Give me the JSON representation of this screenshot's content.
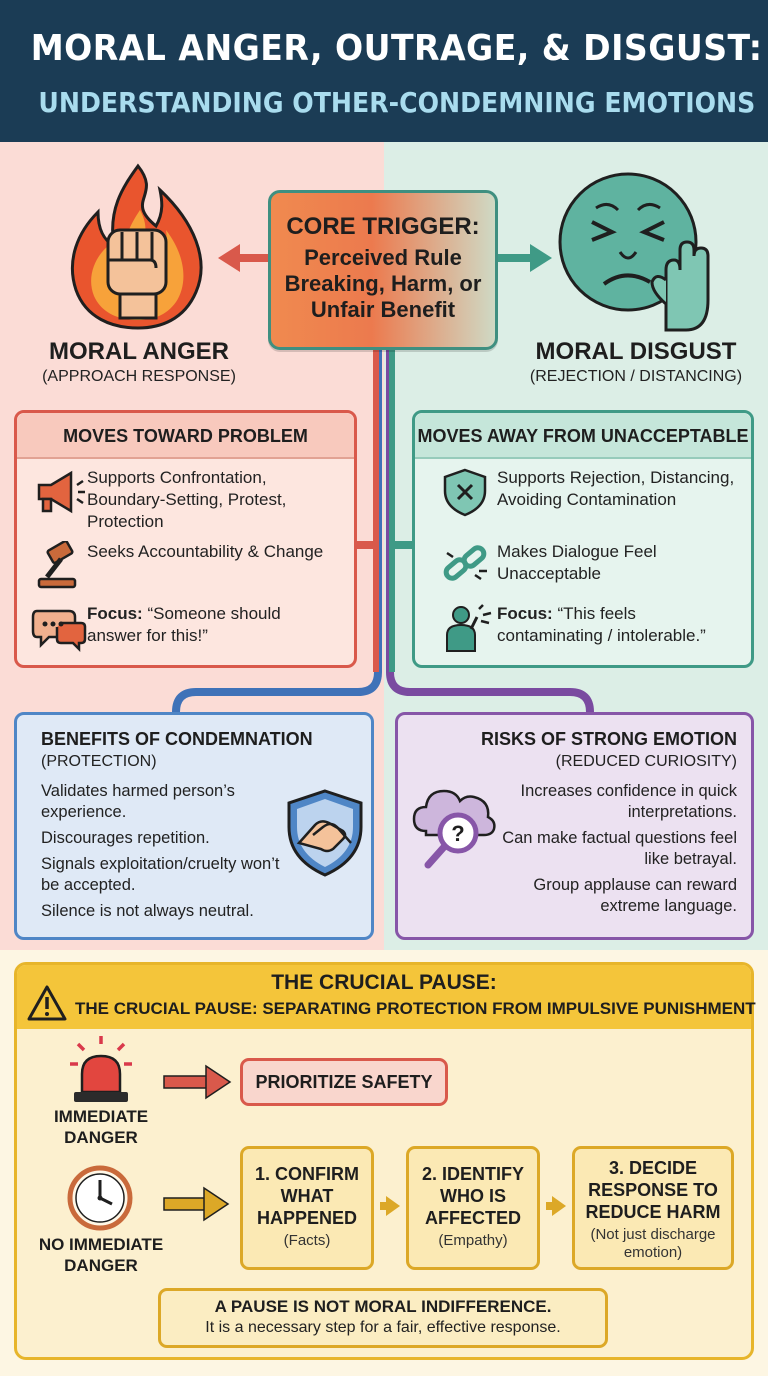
{
  "header": {
    "title": "MORAL ANGER, OUTRAGE, & DISGUST:",
    "subtitle": "UNDERSTANDING OTHER-CONDEMNING EMOTIONS"
  },
  "core": {
    "title": "CORE TRIGGER:",
    "text": "Perceived Rule Breaking, Harm, or Unfair Benefit"
  },
  "anger": {
    "title": "MORAL ANGER",
    "subtitle": "(APPROACH RESPONSE)",
    "icon": "flame-fist-icon"
  },
  "disgust": {
    "title": "MORAL DISGUST",
    "subtitle": "(REJECTION / DISTANCING)",
    "icon": "disgusted-face-hand-icon"
  },
  "toward": {
    "heading": "MOVES TOWARD PROBLEM",
    "items": [
      {
        "icon": "megaphone-icon",
        "text": "Supports Confrontation, Boundary-Setting, Protest, Protection"
      },
      {
        "icon": "gavel-icon",
        "text": "Seeks Accountability & Change"
      },
      {
        "icon": "speech-bubble-icon",
        "label": "Focus:",
        "text": "“Someone should answer for this!”"
      }
    ]
  },
  "away": {
    "heading": "MOVES AWAY FROM UNACCEPTABLE",
    "items": [
      {
        "icon": "shield-x-icon",
        "text": "Supports Rejection, Distancing, Avoiding Contamination"
      },
      {
        "icon": "broken-chain-icon",
        "text": "Makes Dialogue Feel Unacceptable"
      },
      {
        "icon": "recoiling-person-icon",
        "label": "Focus:",
        "text": "“This feels contaminating / intolerable.”"
      }
    ]
  },
  "benefits": {
    "title": "BENEFITS OF CONDEMNATION",
    "subtitle": "(PROTECTION)",
    "icon": "shield-handshake-icon",
    "items": [
      "Validates harmed person’s experience.",
      "Discourages repetition.",
      "Signals exploitation/cruelty won’t be accepted.",
      "Silence is not always neutral."
    ]
  },
  "risks": {
    "title": "RISKS OF STRONG EMOTION",
    "subtitle": "(REDUCED CURIOSITY)",
    "icon": "cloud-question-magnifier-icon",
    "items": [
      "Increases confidence in quick interpretations.",
      "Can make factual questions feel like betrayal.",
      "Group applause can reward extreme language."
    ]
  },
  "pause": {
    "title": "THE CRUCIAL PAUSE:",
    "subtitle": "THE CRUCIAL PAUSE: SEPARATING PROTECTION FROM IMPULSIVE PUNISHMENT",
    "immediate": "IMMEDIATE DANGER",
    "no_immediate": "NO IMMEDIATE DANGER",
    "safety": "PRIORITIZE SAFETY",
    "steps": [
      {
        "title": "1. CONFIRM WHAT HAPPENED",
        "note": "(Facts)"
      },
      {
        "title": "2. IDENTIFY WHO IS AFFECTED",
        "note": "(Empathy)"
      },
      {
        "title": "3. DECIDE RESPONSE TO REDUCE HARM",
        "note": "(Not just discharge emotion)"
      }
    ],
    "footer_title": "A PAUSE IS NOT MORAL INDIFFERENCE.",
    "footer_text": "It is a necessary step for a fair, effective response."
  },
  "colors": {
    "header": "#1b3c55",
    "anger": "#d9594b",
    "disgust": "#3f9a86",
    "benefit": "#4f86c6",
    "risk": "#8756a8",
    "pause": "#e7b52b"
  }
}
